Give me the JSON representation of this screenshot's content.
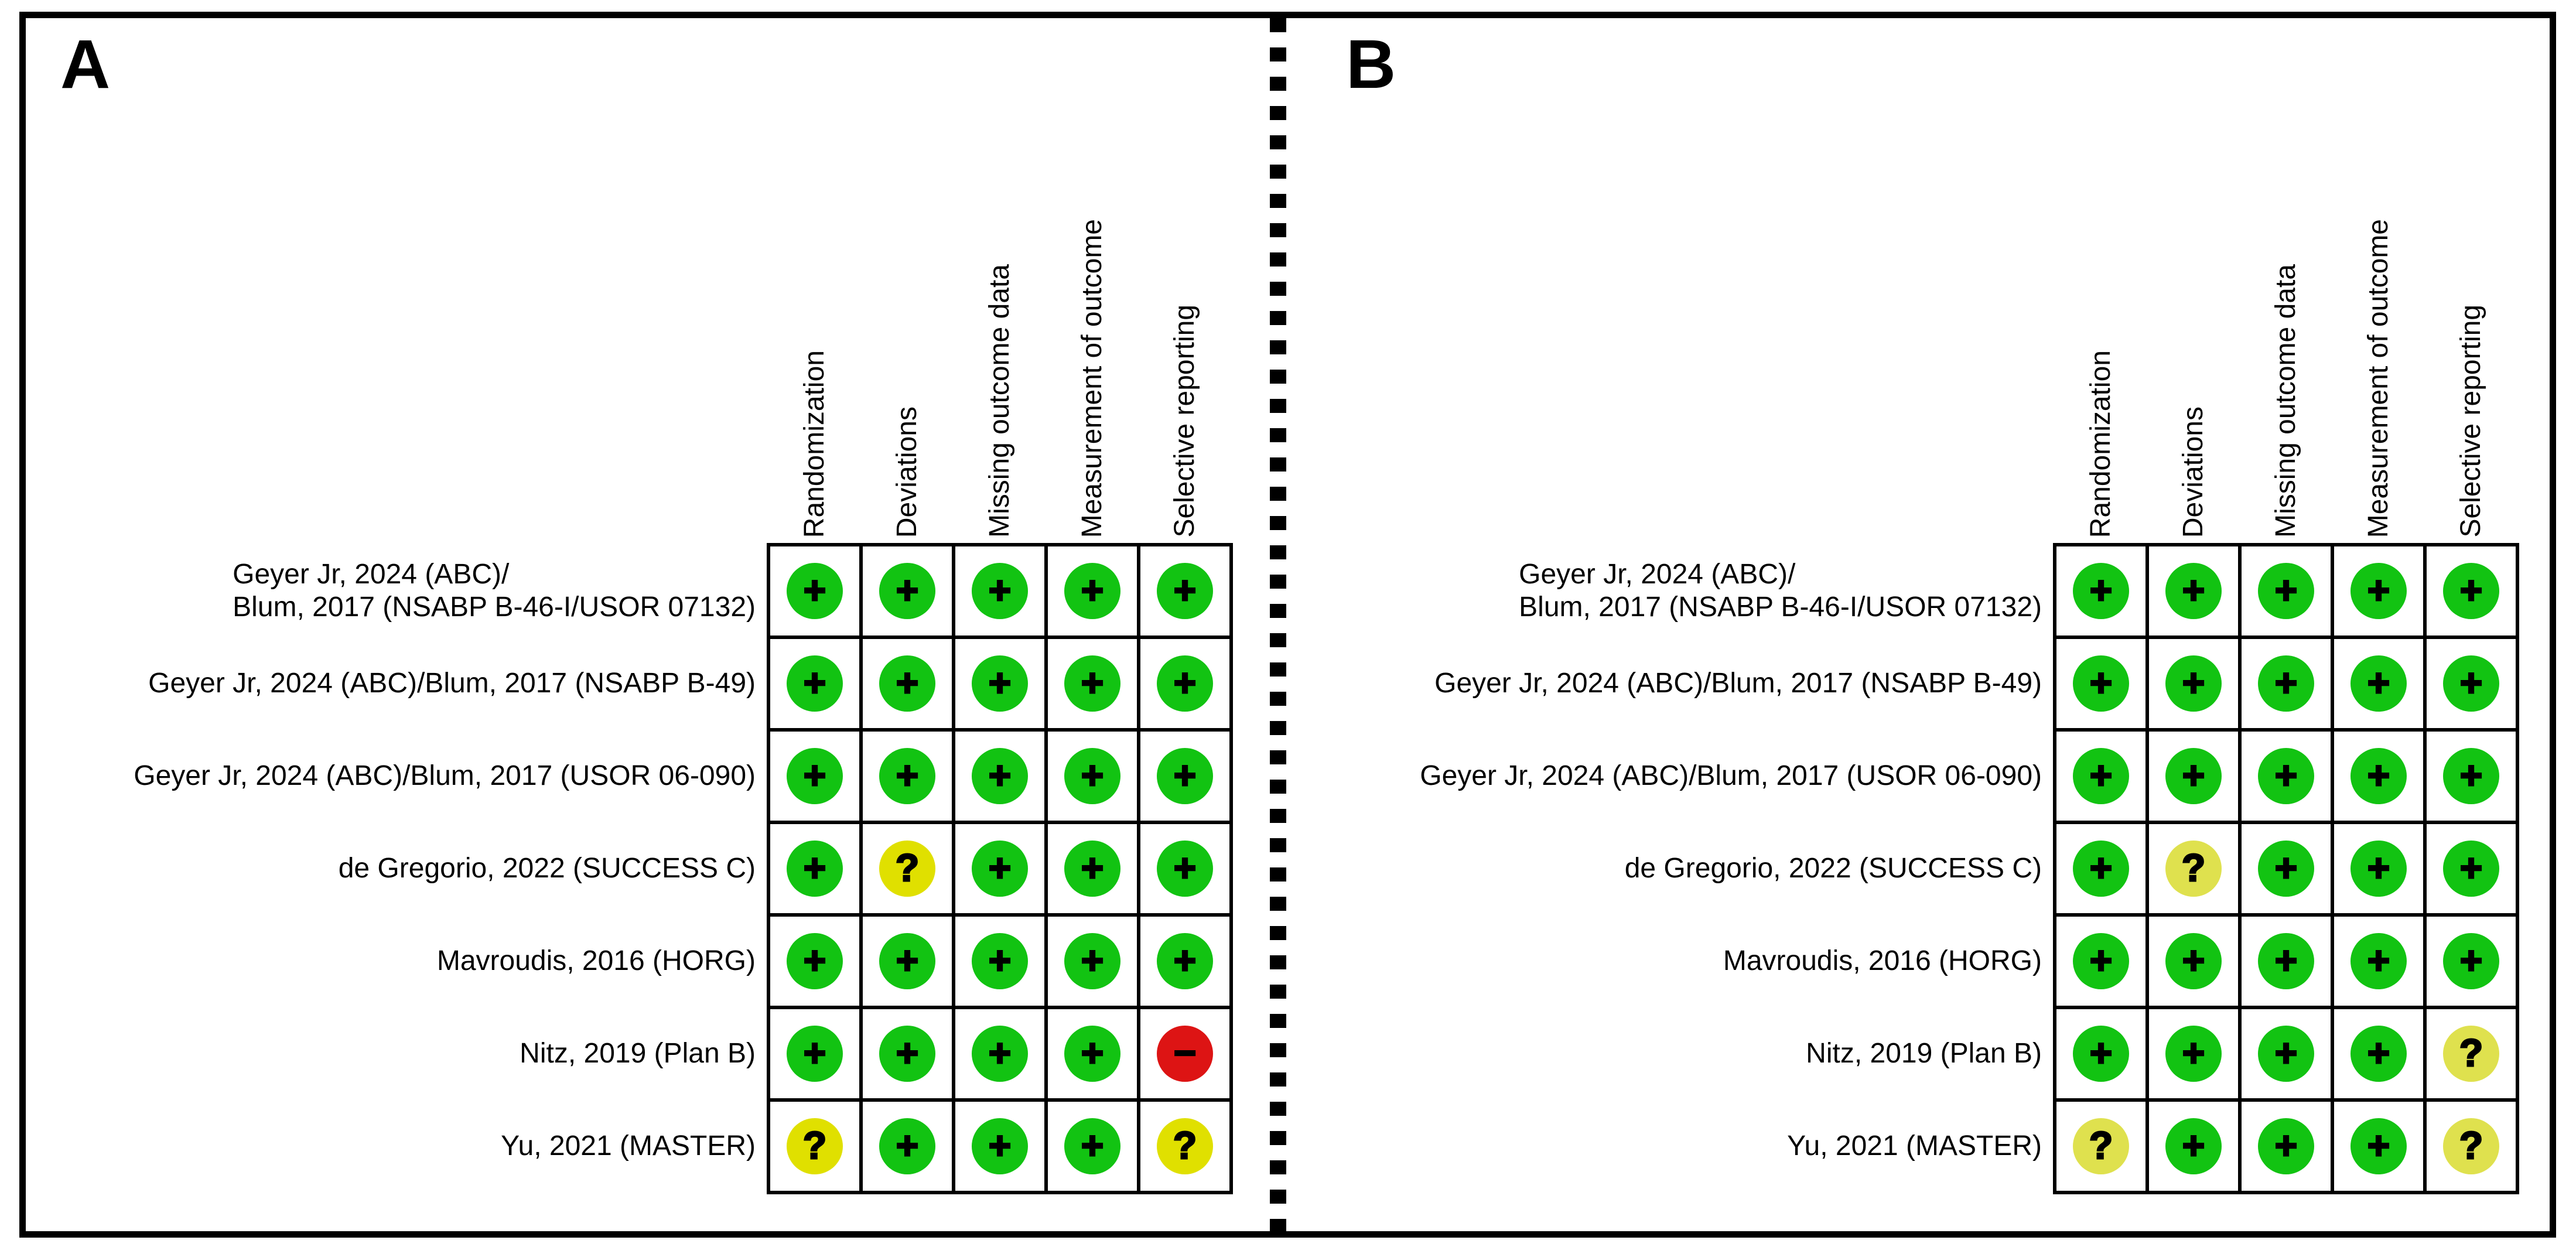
{
  "columns": [
    "Randomization",
    "Deviations",
    "Missing outcome data",
    "Measurement of outcome",
    "Selective reporting"
  ],
  "symbols_display": {
    "+": "+",
    "?": "?",
    "-": "−"
  },
  "panels": [
    {
      "id": "A",
      "label": "A",
      "colors": {
        "+": "#12c312",
        "?": "#e0e000",
        "-": "#dd1414"
      },
      "rows": [
        {
          "label_lines": [
            "Geyer Jr, 2024 (ABC)/",
            "Blum, 2017 (NSABP B-46-I/USOR 07132)"
          ],
          "judgments": [
            "+",
            "+",
            "+",
            "+",
            "+"
          ]
        },
        {
          "label_lines": [
            "Geyer Jr, 2024 (ABC)/Blum, 2017 (NSABP B-49)"
          ],
          "judgments": [
            "+",
            "+",
            "+",
            "+",
            "+"
          ]
        },
        {
          "label_lines": [
            "Geyer Jr, 2024 (ABC)/Blum, 2017 (USOR 06-090)"
          ],
          "judgments": [
            "+",
            "+",
            "+",
            "+",
            "+"
          ]
        },
        {
          "label_lines": [
            "de Gregorio, 2022 (SUCCESS C)"
          ],
          "judgments": [
            "+",
            "?",
            "+",
            "+",
            "+"
          ]
        },
        {
          "label_lines": [
            "Mavroudis, 2016 (HORG)"
          ],
          "judgments": [
            "+",
            "+",
            "+",
            "+",
            "+"
          ]
        },
        {
          "label_lines": [
            "Nitz, 2019 (Plan B)"
          ],
          "judgments": [
            "+",
            "+",
            "+",
            "+",
            "-"
          ]
        },
        {
          "label_lines": [
            "Yu, 2021 (MASTER)"
          ],
          "judgments": [
            "?",
            "+",
            "+",
            "+",
            "?"
          ]
        }
      ]
    },
    {
      "id": "B",
      "label": "B",
      "colors": {
        "+": "#12c312",
        "?": "#dfe14e",
        "-": "#dd1414"
      },
      "rows": [
        {
          "label_lines": [
            "Geyer Jr, 2024 (ABC)/",
            "Blum, 2017 (NSABP B-46-I/USOR 07132)"
          ],
          "judgments": [
            "+",
            "+",
            "+",
            "+",
            "+"
          ]
        },
        {
          "label_lines": [
            "Geyer Jr, 2024 (ABC)/Blum, 2017 (NSABP B-49)"
          ],
          "judgments": [
            "+",
            "+",
            "+",
            "+",
            "+"
          ]
        },
        {
          "label_lines": [
            "Geyer Jr, 2024 (ABC)/Blum, 2017 (USOR 06-090)"
          ],
          "judgments": [
            "+",
            "+",
            "+",
            "+",
            "+"
          ]
        },
        {
          "label_lines": [
            "de Gregorio, 2022 (SUCCESS C)"
          ],
          "judgments": [
            "+",
            "?",
            "+",
            "+",
            "+"
          ]
        },
        {
          "label_lines": [
            "Mavroudis, 2016 (HORG)"
          ],
          "judgments": [
            "+",
            "+",
            "+",
            "+",
            "+"
          ]
        },
        {
          "label_lines": [
            "Nitz, 2019 (Plan B)"
          ],
          "judgments": [
            "+",
            "+",
            "+",
            "+",
            "?"
          ]
        },
        {
          "label_lines": [
            "Yu, 2021 (MASTER)"
          ],
          "judgments": [
            "?",
            "+",
            "+",
            "+",
            "?"
          ]
        }
      ]
    }
  ],
  "chart_data": [
    {
      "type": "table",
      "title": "A",
      "columns": [
        "Randomization",
        "Deviations",
        "Missing outcome data",
        "Measurement of outcome",
        "Selective reporting"
      ],
      "rows": [
        "Geyer Jr, 2024 (ABC)/Blum, 2017 (NSABP B-46-I/USOR 07132)",
        "Geyer Jr, 2024 (ABC)/Blum, 2017 (NSABP B-49)",
        "Geyer Jr, 2024 (ABC)/Blum, 2017 (USOR 06-090)",
        "de Gregorio, 2022 (SUCCESS C)",
        "Mavroudis, 2016 (HORG)",
        "Nitz, 2019 (Plan B)",
        "Yu, 2021 (MASTER)"
      ],
      "values": [
        [
          "+",
          "+",
          "+",
          "+",
          "+"
        ],
        [
          "+",
          "+",
          "+",
          "+",
          "+"
        ],
        [
          "+",
          "+",
          "+",
          "+",
          "+"
        ],
        [
          "+",
          "?",
          "+",
          "+",
          "+"
        ],
        [
          "+",
          "+",
          "+",
          "+",
          "+"
        ],
        [
          "+",
          "+",
          "+",
          "+",
          "-"
        ],
        [
          "?",
          "+",
          "+",
          "+",
          "?"
        ]
      ],
      "symbol_colors": {
        "+": "#12c312",
        "?": "#e0e000",
        "-": "#dd1414"
      }
    },
    {
      "type": "table",
      "title": "B",
      "columns": [
        "Randomization",
        "Deviations",
        "Missing outcome data",
        "Measurement of outcome",
        "Selective reporting"
      ],
      "rows": [
        "Geyer Jr, 2024 (ABC)/Blum, 2017 (NSABP B-46-I/USOR 07132)",
        "Geyer Jr, 2024 (ABC)/Blum, 2017 (NSABP B-49)",
        "Geyer Jr, 2024 (ABC)/Blum, 2017 (USOR 06-090)",
        "de Gregorio, 2022 (SUCCESS C)",
        "Mavroudis, 2016 (HORG)",
        "Nitz, 2019 (Plan B)",
        "Yu, 2021 (MASTER)"
      ],
      "values": [
        [
          "+",
          "+",
          "+",
          "+",
          "+"
        ],
        [
          "+",
          "+",
          "+",
          "+",
          "+"
        ],
        [
          "+",
          "+",
          "+",
          "+",
          "+"
        ],
        [
          "+",
          "?",
          "+",
          "+",
          "+"
        ],
        [
          "+",
          "+",
          "+",
          "+",
          "+"
        ],
        [
          "+",
          "+",
          "+",
          "+",
          "?"
        ],
        [
          "?",
          "+",
          "+",
          "+",
          "?"
        ]
      ],
      "symbol_colors": {
        "+": "#12c312",
        "?": "#dfe14e",
        "-": "#dd1414"
      }
    }
  ]
}
